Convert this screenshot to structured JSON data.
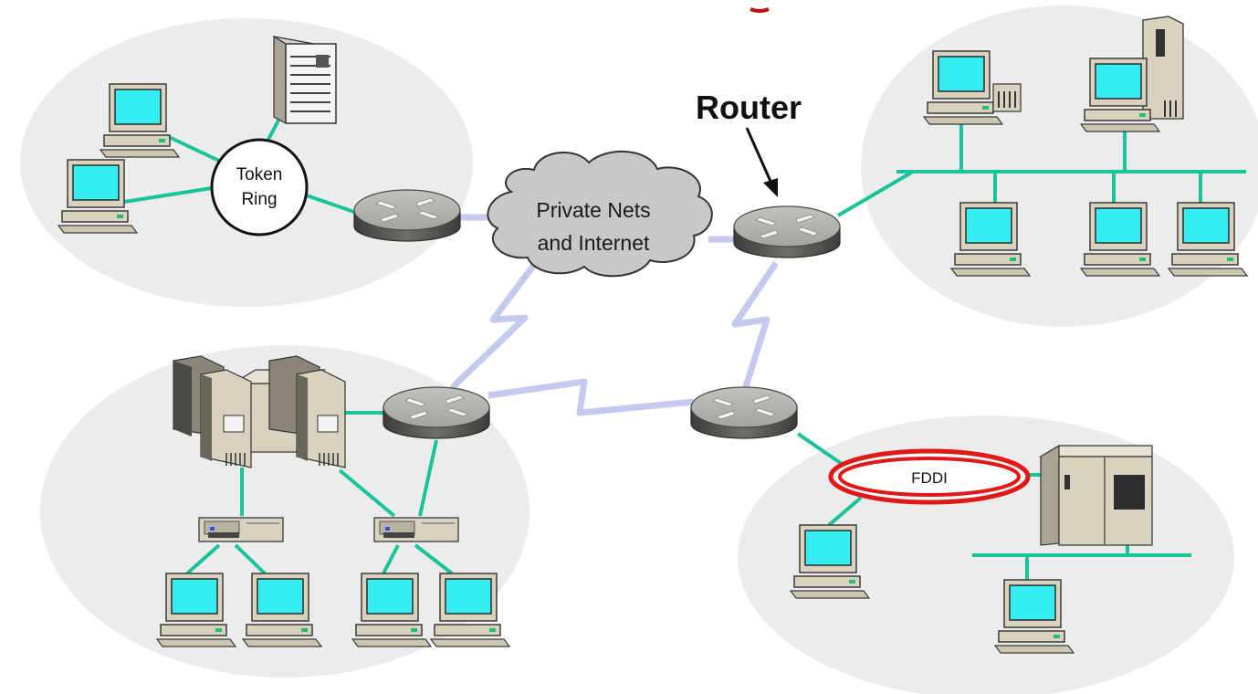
{
  "diagram": {
    "labels": {
      "token_ring_line1": "Token",
      "token_ring_line2": "Ring",
      "cloud_line1": "Private Nets",
      "cloud_line2": "and Internet",
      "router_callout": "Router",
      "fddi": "FDDI"
    },
    "colors": {
      "lan_bubble": "#ececec",
      "lan_link": "#19c49a",
      "wan_link": "#c5c8ef",
      "router_body": "#a9a9a3",
      "cloud_fill": "#c8c8c8",
      "fddi_ring": "#e01818",
      "screen": "#35eef2",
      "case": "#d8d2bf"
    },
    "icons": [
      "token-ring-icon",
      "cloud-icon",
      "router-icon",
      "workstation-icon",
      "server-icon",
      "mainframe-icon",
      "controller-icon",
      "fddi-ring-icon"
    ]
  }
}
